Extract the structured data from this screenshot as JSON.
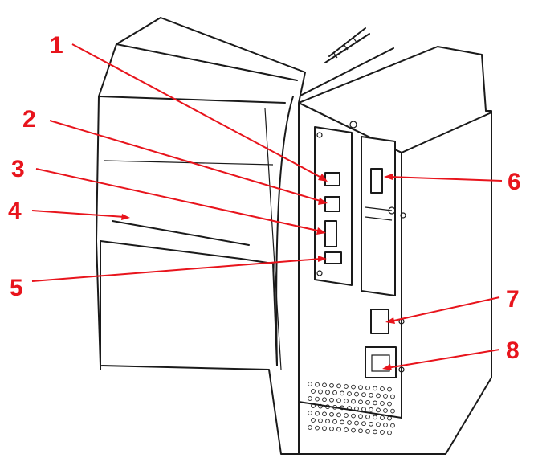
{
  "diagram": {
    "callouts": [
      {
        "label": "1"
      },
      {
        "label": "2"
      },
      {
        "label": "3"
      },
      {
        "label": "4"
      },
      {
        "label": "5"
      },
      {
        "label": "6"
      },
      {
        "label": "7"
      },
      {
        "label": "8"
      }
    ],
    "colors": {
      "callout": "#e8141c",
      "outline": "#1a1a1a",
      "background": "#ffffff"
    }
  }
}
